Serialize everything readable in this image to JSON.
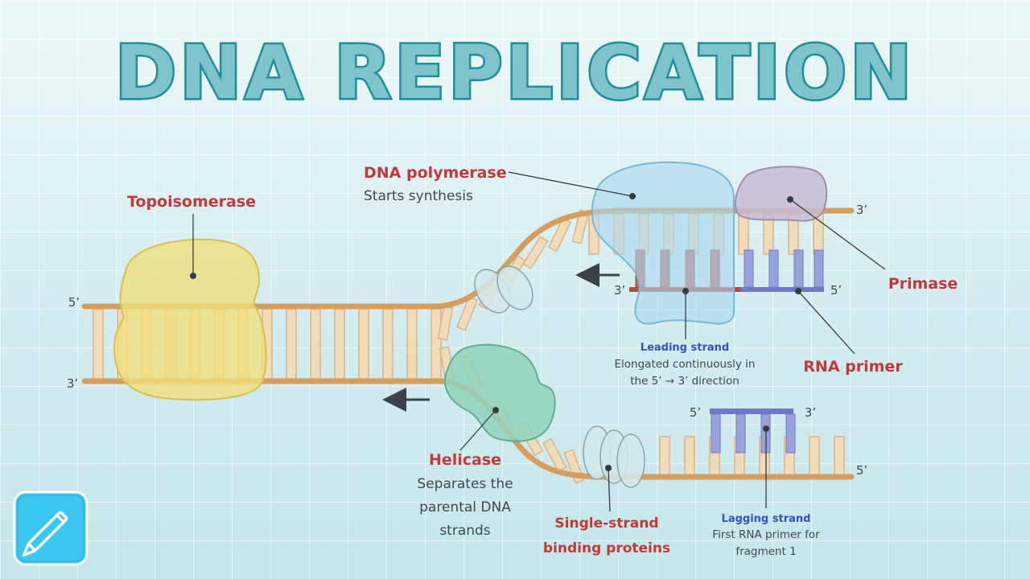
{
  "title": "DNA REPLICATION",
  "labels": {
    "topoisomerase": "Topoisomerase",
    "dna_polymerase": "DNA polymerase",
    "dna_polymerase_desc": "Starts synthesis",
    "primase": "Primase",
    "leading_strand": "Leading strand",
    "leading_desc_1": "Elongated continuously in",
    "leading_desc_2": "the 5’ → 3’ direction",
    "rna_primer": "RNA primer",
    "helicase": "Helicase",
    "helicase_desc_1": "Separates the",
    "helicase_desc_2": "parental DNA",
    "helicase_desc_3": "strands",
    "ssb_1": "Single-strand",
    "ssb_2": "binding proteins",
    "lagging_strand": "Lagging strand",
    "lagging_desc_1": "First RNA primer for",
    "lagging_desc_2": "fragment 1"
  },
  "ends": {
    "parent_top_left": "5’",
    "parent_bottom_left": "3’",
    "upper_template_right": "3’",
    "leading_left": "3’",
    "leading_right": "5’",
    "lagging_primer_left": "5’",
    "lagging_primer_right": "3’",
    "lower_template_right": "5’"
  },
  "icons": {
    "logo": "pencil-icon"
  },
  "colors": {
    "title_fill": "#7fc4cb",
    "title_outline": "#1f8e9b",
    "label_red": "#c0393b",
    "label_blue": "#3450c8",
    "strand": "#d59d5e",
    "leading_strand": "#b84a3a",
    "rna_primer": "#6f78c6",
    "topoisomerase": "#efe07a",
    "helicase": "#8fd3bb",
    "dna_polymerase": "#a9d9f0",
    "primase": "#c9bcd2",
    "logo": "#3cc8ee"
  }
}
